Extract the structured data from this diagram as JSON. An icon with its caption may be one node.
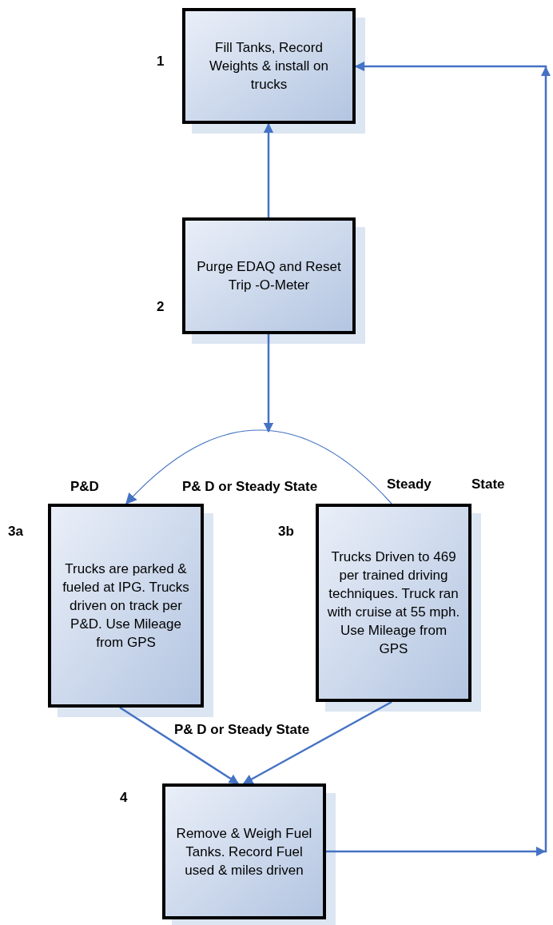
{
  "diagram": {
    "nodes": [
      {
        "text": [
          "Fill Tanks, Record Weights & install on trucks"
        ],
        "beside": [
          "1"
        ]
      },
      {
        "text": [
          "Purge EDAQ and Reset Trip -O-Meter"
        ],
        "beside": [
          "2"
        ]
      },
      {
        "text": [
          "Trucks are parked & fueled at IPG. Trucks driven on track per P&D. Use Mileage from GPS"
        ],
        "beside": [
          "3a"
        ]
      },
      {
        "text": [
          "Trucks Driven to 469 per trained driving techniques. Truck ran with cruise at 55 mph. Use Mileage from GPS"
        ],
        "beside": [
          "3b"
        ]
      },
      {
        "text": [
          "Remove & Weigh Fuel Tanks. Record Fuel used & miles driven"
        ],
        "beside": [
          "4"
        ]
      }
    ],
    "edges": [
      {
        "from": 1,
        "to": 0,
        "arrow": "to"
      },
      {
        "from": 1,
        "to": null,
        "arrow": "to"
      },
      {
        "from": 3,
        "to": 2,
        "arrow": "to"
      },
      {
        "from": 2,
        "to": 4,
        "arrow": "to"
      },
      {
        "from": 3,
        "to": 4,
        "arrow": "to"
      },
      {
        "from": 4,
        "to": 0,
        "arrow": "to"
      }
    ],
    "labels": [
      "P&D",
      "P& D or Steady State",
      "Steady",
      "State",
      "P& D or Steady State"
    ]
  }
}
